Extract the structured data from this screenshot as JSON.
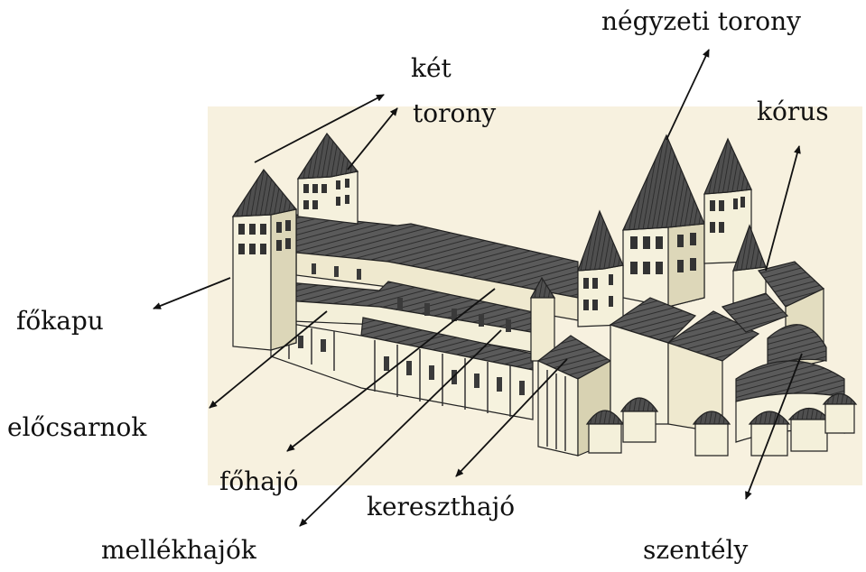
{
  "labels": {
    "ket": "két",
    "torony": "torony",
    "negyzeti_torony": "négyzeti torony",
    "korus": "kórus",
    "fokapu": "főkapu",
    "elocsarnok": "előcsarnok",
    "fohajo": "főhajó",
    "kereszthajo": "kereszthajó",
    "mellekhajok": "mellékhajók",
    "szentely": "szentély"
  },
  "colors": {
    "ink": "#111111",
    "roof": "#4a4a4a",
    "wall": "#f3efd9",
    "wall_shade": "#d9d3b4",
    "background_wash": "#f7f1df"
  }
}
